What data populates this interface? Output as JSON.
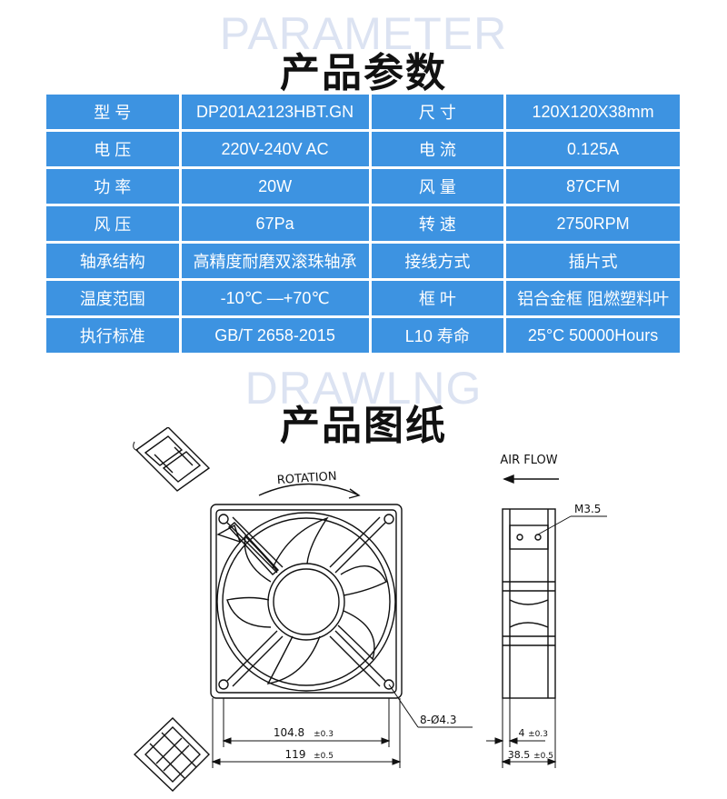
{
  "section1": {
    "watermark": "PARAMETER",
    "title": "产品参数"
  },
  "section2": {
    "watermark": "DRAWLNG",
    "title": "产品图纸"
  },
  "specs": [
    {
      "l1": "型 号",
      "v1": "DP201A2123HBT.GN",
      "l2": "尺 寸",
      "v2": "120X120X38mm"
    },
    {
      "l1": "电 压",
      "v1": "220V-240V  AC",
      "l2": "电 流",
      "v2": "0.125A"
    },
    {
      "l1": "功 率",
      "v1": "20W",
      "l2": "风 量",
      "v2": "87CFM"
    },
    {
      "l1": "风 压",
      "v1": "67Pa",
      "l2": "转 速",
      "v2": "2750RPM"
    },
    {
      "l1": "轴承结构",
      "v1": "高精度耐磨双滚珠轴承",
      "l2": "接线方式",
      "v2": "插片式"
    },
    {
      "l1": "温度范围",
      "v1": "-10℃ —+70℃",
      "l2": "框 叶",
      "v2": "铝合金框  阻燃塑料叶"
    },
    {
      "l1": "执行标准",
      "v1": "GB/T 2658-2015",
      "l2": "L10 寿命",
      "v2": "25°C  50000Hours"
    }
  ],
  "drawing": {
    "rotation": "ROTATION",
    "air_flow": "AIR FLOW",
    "screw": "M3.5",
    "hole_spacing_value": "104.8",
    "hole_spacing_tol": "±0.3",
    "width_value": "119",
    "width_tol": "±0.5",
    "holes": "8-Ø4.3",
    "flange_value": "4",
    "flange_tol": "±0.3",
    "depth_value": "38.5",
    "depth_tol": "±0.5"
  }
}
